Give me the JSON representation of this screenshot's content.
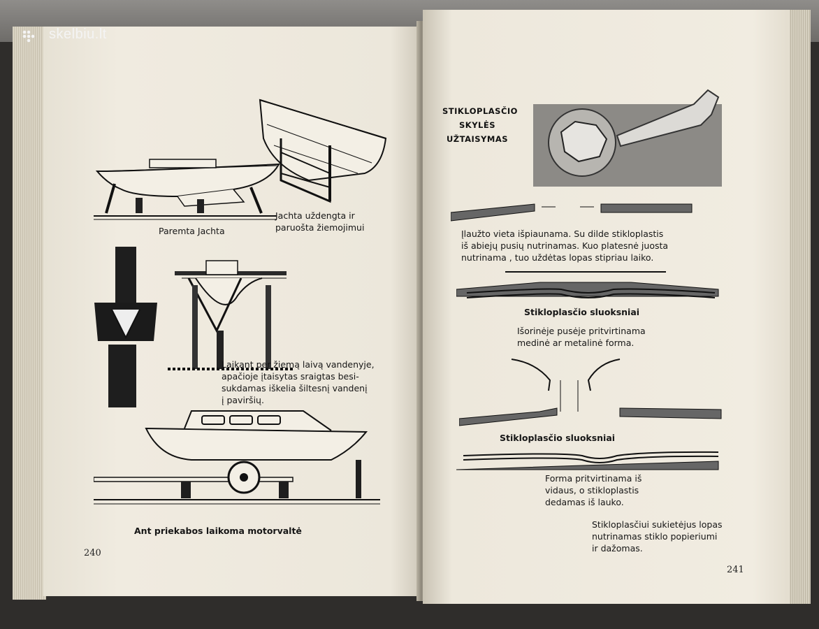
{
  "watermark": {
    "text": "skelbiu.lt",
    "icon": "logo-dots-icon"
  },
  "left_page": {
    "page_number": "240",
    "captions": {
      "supported_yacht": "Paremta Jachta",
      "covered_yacht_line1": "Jachta uždengta ir",
      "covered_yacht_line2": "paruošta žiemojimui",
      "water_line1": "Laikant per žiemą laivą vandenyje,",
      "water_line2": "apačioje įtaisytas sraigtas besi-",
      "water_line3": "sukdamas iškelia šiltesnį vandenį",
      "water_line4": "į paviršių.",
      "trailer": "Ant priekabos laikoma motorvaltė"
    }
  },
  "right_page": {
    "page_number": "241",
    "title_line1": "STIKLOPLASČIO",
    "title_line2": "SKYLĖS",
    "title_line3": "UŽTAISYMAS",
    "captions": {
      "step1_line1": "Įlaužto vieta išpiaunama. Su dilde stikloplastis",
      "step1_line2": "iš abiejų pusių nutrinamas. Kuo platesnė juosta",
      "step1_line3": "nutrinama , tuo uždėtas lopas stipriau laiko.",
      "layers1": "Stikloplasčio sluoksniai",
      "outer_line1": "Išorinėje pusėje pritvirtinama",
      "outer_line2": "medinė ar metalinė forma.",
      "layers2": "Stikloplasčio sluoksniai",
      "form_line1": "Forma pritvirtinama iš",
      "form_line2": "vidaus, o stikloplastis",
      "form_line3": "dedamas iš lauko.",
      "final_line1": "Stikloplasčiui sukietėjus lopas",
      "final_line2": "nutrinamas stiklo popieriumi",
      "final_line3": "ir dažomas."
    }
  }
}
